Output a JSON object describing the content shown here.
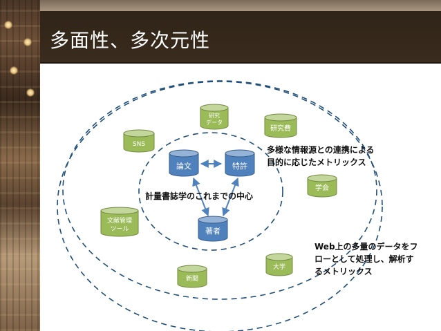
{
  "slide": {
    "title": "多面性、多次元性"
  },
  "colors": {
    "header_bg": "#2f2418",
    "core_db": "#4f81bd",
    "outer_db": "#9bbb59",
    "dash_ring": "#1f4e79",
    "arrow": "#4f81bd"
  },
  "diagram": {
    "core_nodes": {
      "ronbun": "論文",
      "tokkyo": "特許",
      "chosha": "著者"
    },
    "outer_nodes": {
      "kenkyu_data": [
        "研究",
        "データ"
      ],
      "kenkyuhi": "研究費",
      "sns": "SNS",
      "gakkai": "学会",
      "bunken_kanri": [
        "文献管理",
        "ツール"
      ],
      "daigaku": "大学",
      "shinbun": "新聞"
    },
    "annotations": {
      "core_center": "計量書誌学のこれまでの中心",
      "middle_ring": [
        "多様な情報源との連携による",
        "目的に応じたメトリックス"
      ],
      "outer_ring": [
        "Web上の多量のデータをフ",
        "ローとして処理し、解析す",
        "るメトリックス"
      ]
    }
  }
}
